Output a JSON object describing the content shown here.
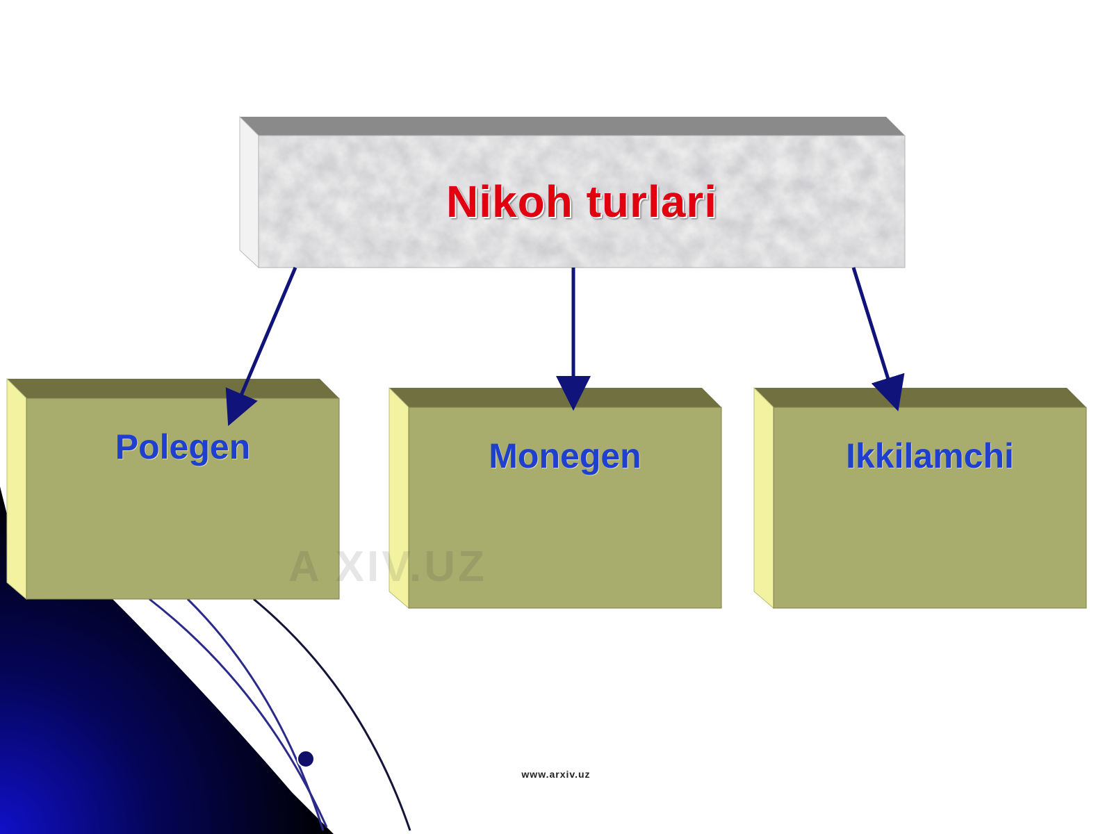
{
  "diagram": {
    "root": {
      "label": "Nikoh turlari"
    },
    "children": [
      {
        "id": "polegen",
        "label": "Polegen"
      },
      {
        "id": "monegen",
        "label": "Monegen"
      },
      {
        "id": "ikkilamchi",
        "label": "Ikkilamchi"
      }
    ]
  },
  "watermark": "A  XIV.UZ",
  "footer": {
    "url": "www.arxiv.uz"
  },
  "colors": {
    "root_text": "#e00010",
    "child_text": "#1f3fcf",
    "child_box": "#a8ac6c",
    "arrow": "#10147a",
    "corner_bg": "#0a0a8a"
  }
}
